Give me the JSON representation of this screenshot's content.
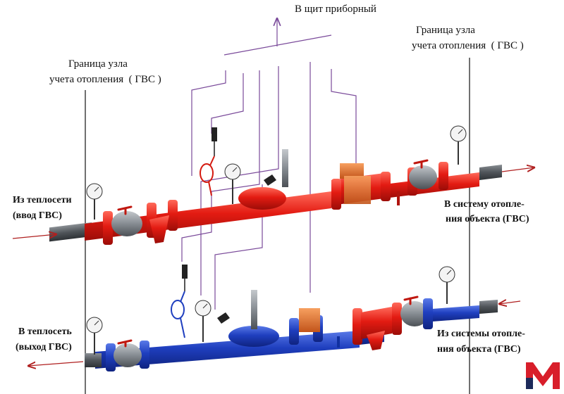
{
  "labels": {
    "panel": "В щит приборный",
    "boundary_left_line1": "Граница узла",
    "boundary_left_line2": "учета отопления  ( ГВС )",
    "boundary_right_line1": "Граница узла",
    "boundary_right_line2": "учета отопления  ( ГВС )",
    "supply_in_line1": "Из теплосети",
    "supply_in_line2": "(ввод ГВС)",
    "supply_out_line1": "В систему отопле-",
    "supply_out_line2": "ния объекта (ГВС)",
    "return_out_line1": "В теплосеть",
    "return_out_line2": "(выход ГВС)",
    "return_in_line1": "Из системы отопле-",
    "return_in_line2": "ния объекта (ГВС)"
  },
  "logo": {
    "letter": "M"
  },
  "colors": {
    "supply_pipe": "#e31b12",
    "return_pipe": "#1f3fbf",
    "impulse_lines": "#7a4a9a",
    "flowmeter": "#e8722a",
    "valve_body": "#8c9298",
    "flange_nipple": "#5a5f64",
    "arrow": "#b02020",
    "logo_red": "#d81e2a",
    "logo_navy": "#1d2a5a"
  }
}
